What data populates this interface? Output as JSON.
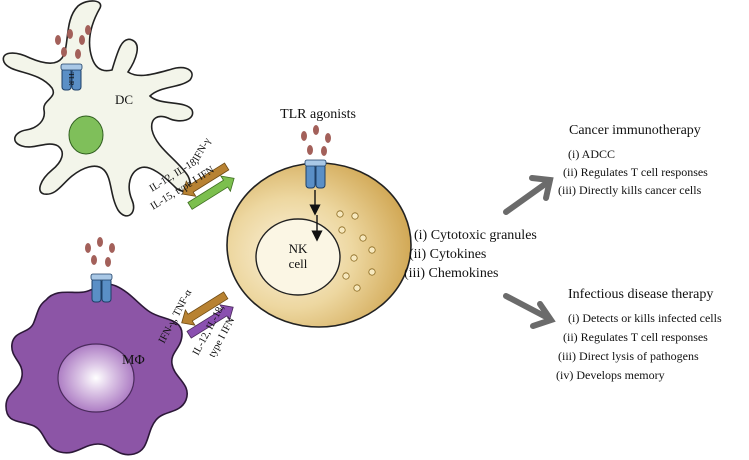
{
  "cells": {
    "dc_label": "DC",
    "nk_label_line1": "NK",
    "nk_label_line2": "cell",
    "mac_label": "MΦ",
    "tlr_label": "TLR"
  },
  "tlr_agonists_label": "TLR agonists",
  "dc_exchange": {
    "to_nk": "IFN-γ",
    "from_dc": [
      "IL-12, IL-18,",
      "IL-15, type I IFN"
    ]
  },
  "mac_exchange": {
    "to_nk": "IFN-γ, TNF-α",
    "from_mac": [
      "IL-12, IL-18,",
      "type I IFN"
    ]
  },
  "nk_outputs": [
    "(i) Cytotoxic granules",
    "(ii) Cytokines",
    "(iii) Chemokines"
  ],
  "cancer": {
    "title": "Cancer immunotherapy",
    "items": [
      "(i) ADCC",
      "(ii) Regulates T cell responses",
      "(iii) Directly kills cancer cells"
    ]
  },
  "infectious": {
    "title": "Infectious disease therapy",
    "items": [
      "(i) Detects or kills infected cells",
      "(ii) Regulates T cell responses",
      "(iii) Direct lysis of pathogens",
      "(iv) Develops memory"
    ]
  },
  "colors": {
    "dc_fill": "#f3f5ea",
    "dc_nucleus": "#7fbf5a",
    "nk_fill": "#e9cf8f",
    "nk_dark": "#c89a3a",
    "mac_fill": "#8c55a6",
    "mac_nucleus": "#c9a6d8",
    "receptor": "#5a8fc6",
    "ligand": "#a3605a",
    "arrow_brown": "#b88232",
    "arrow_green": "#7cbf4e",
    "arrow_purple": "#8a4fb0",
    "big_arrow": "#6b6b6b"
  }
}
